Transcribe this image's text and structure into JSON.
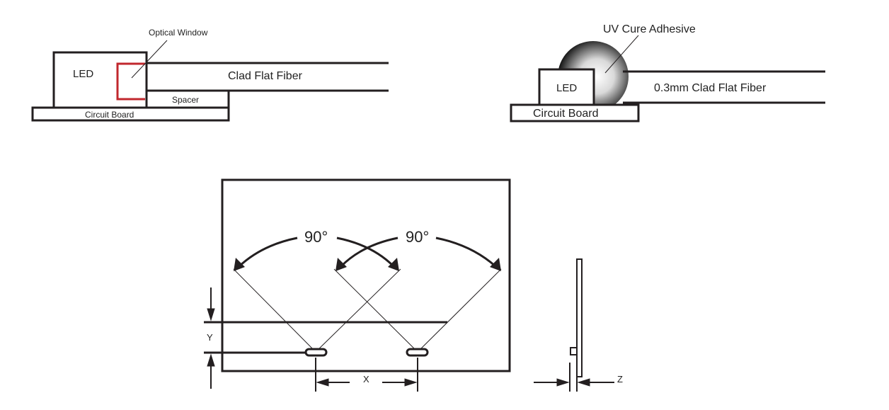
{
  "diagram_a": {
    "led": "LED",
    "optical_window": "Optical Window",
    "fiber": "Clad Flat Fiber",
    "spacer": "Spacer",
    "board": "Circuit Board"
  },
  "diagram_b": {
    "adhesive": "UV Cure Adhesive",
    "led": "LED",
    "fiber": "0.3mm Clad Flat Fiber",
    "board": "Circuit Board"
  },
  "diagram_c": {
    "angle_left": "90°",
    "angle_right": "90°",
    "dim_y": "Y",
    "dim_x": "X",
    "dim_z": "Z"
  },
  "colors": {
    "line": "#231f20",
    "window": "#c1272d"
  }
}
